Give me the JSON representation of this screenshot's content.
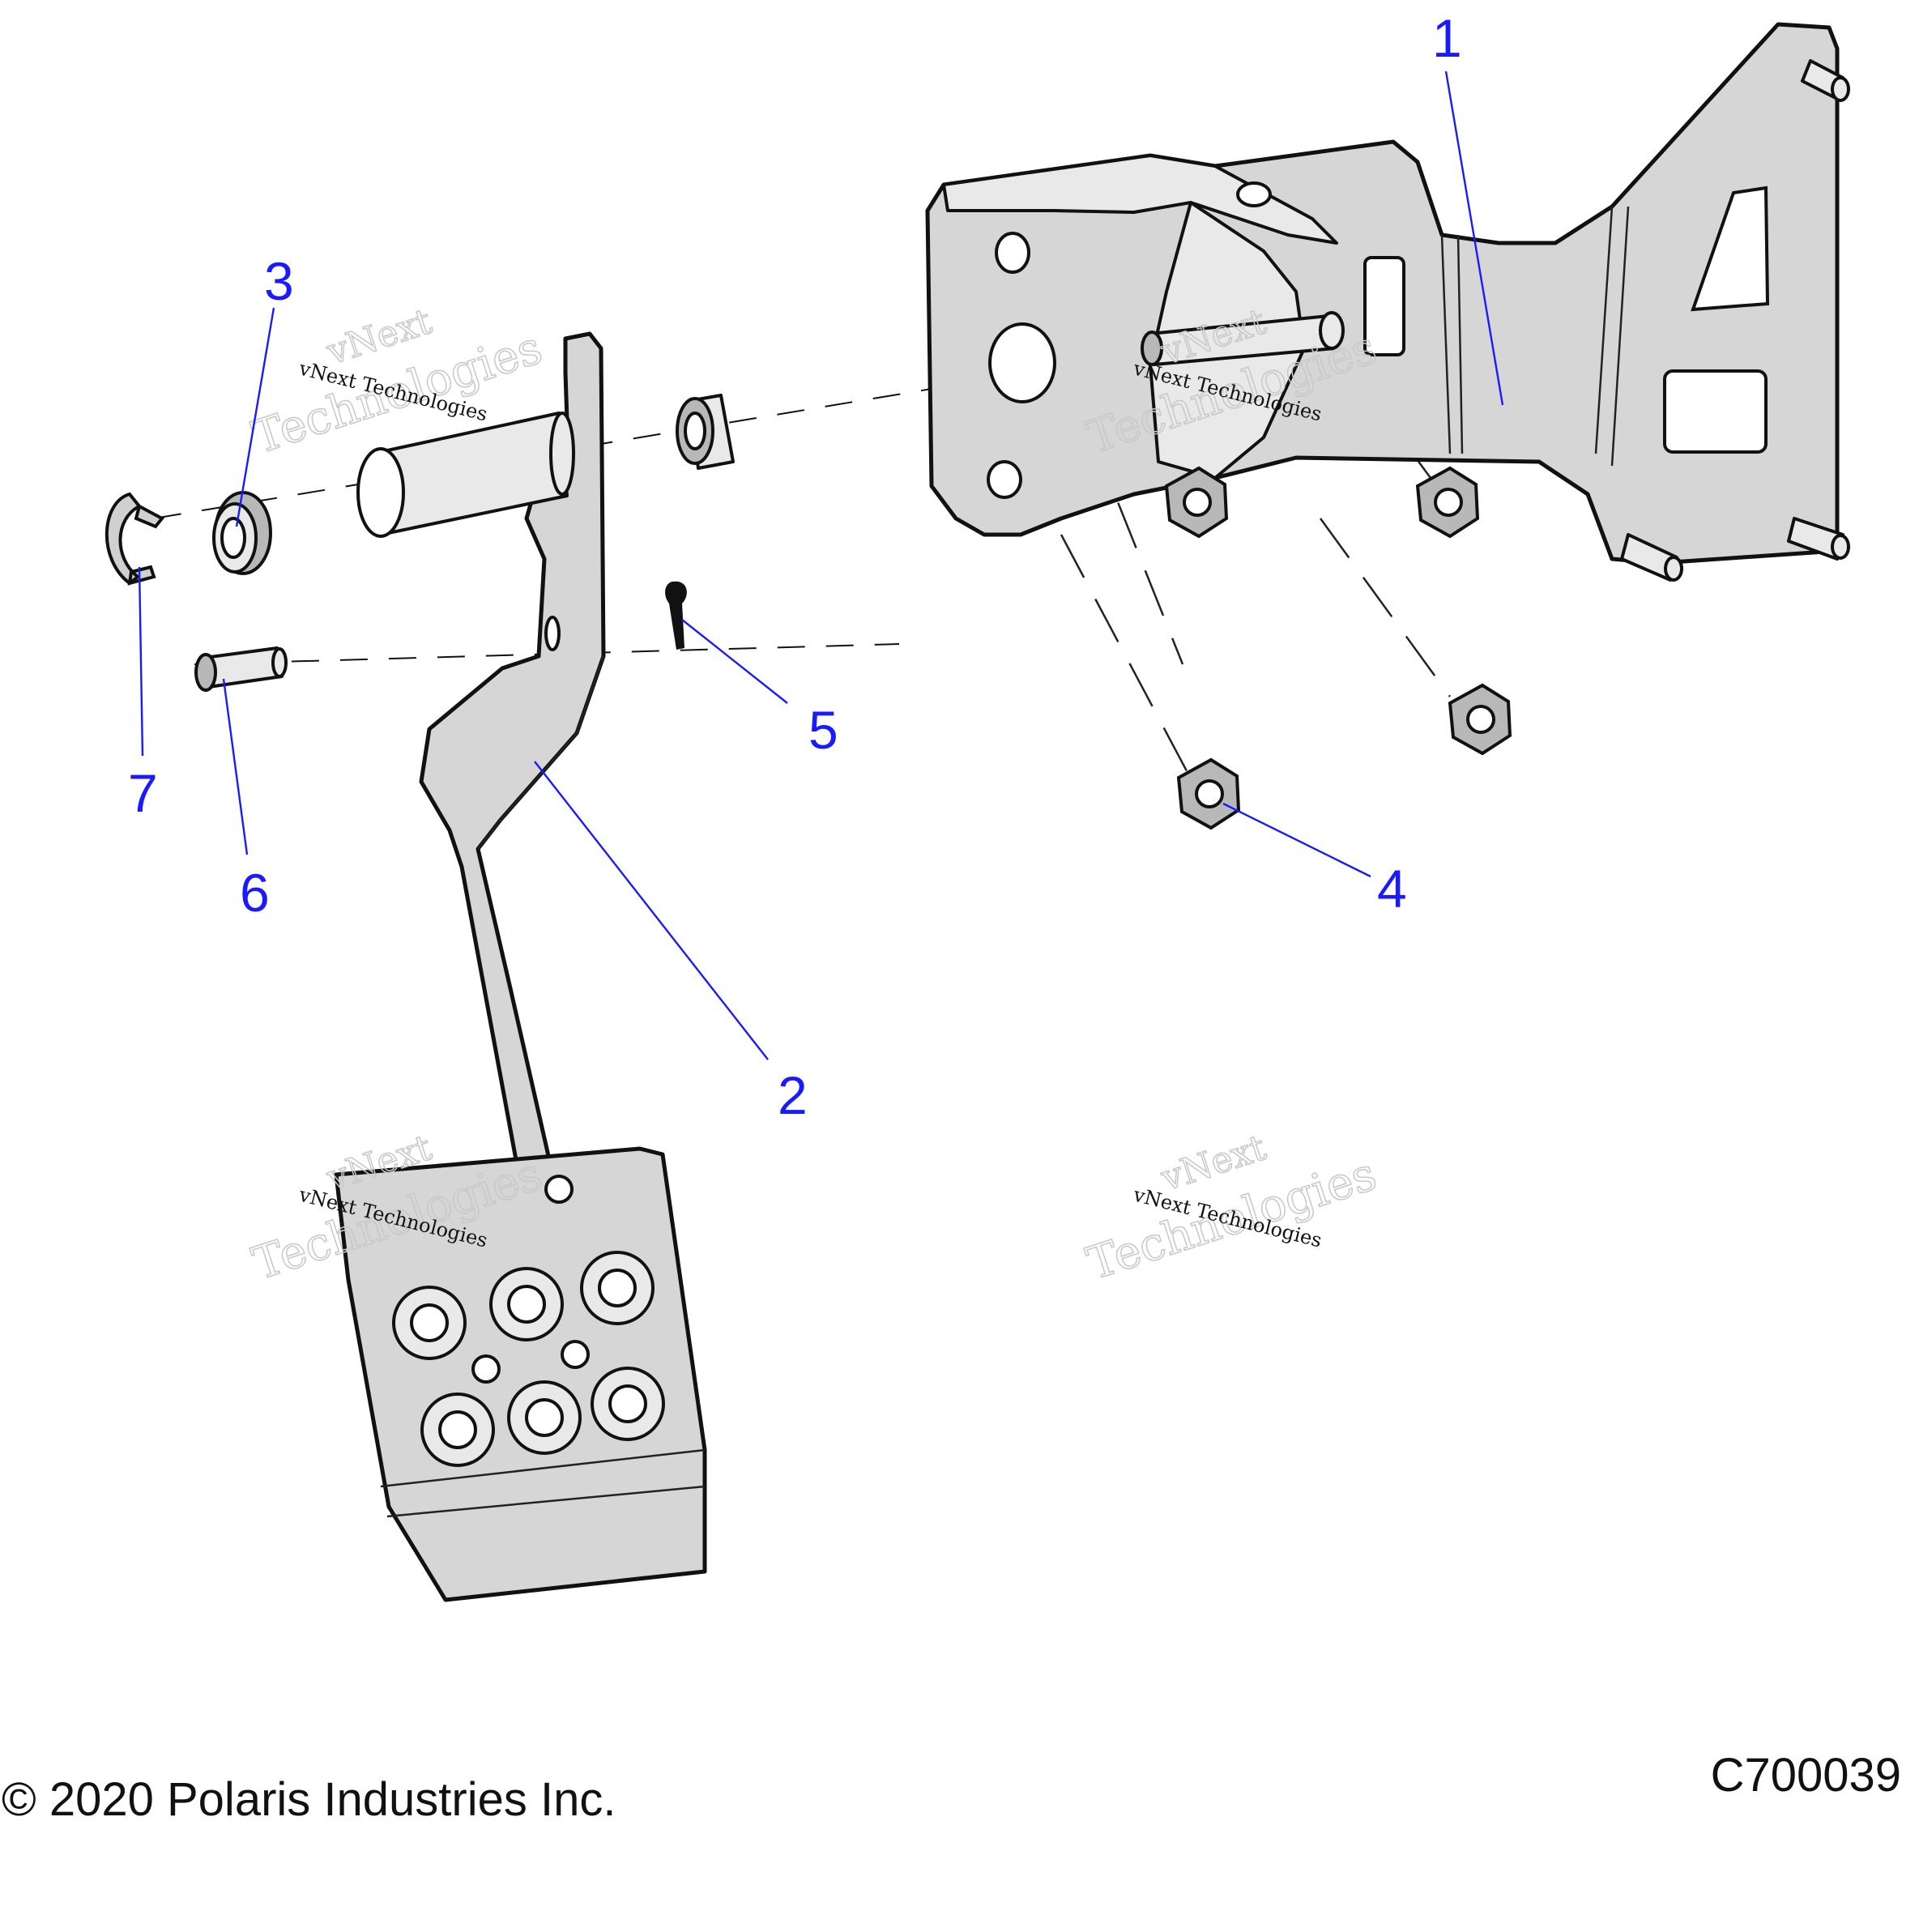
{
  "callouts": {
    "c1": "1",
    "c2": "2",
    "c3": "3",
    "c4": "4",
    "c5": "5",
    "c6": "6",
    "c7": "7"
  },
  "watermark": {
    "line_a": "vNext",
    "line_b": "Technologies",
    "small": "vNext Technologies"
  },
  "footer": {
    "copyright": "© 2020 Polaris Industries Inc.",
    "figure_id": "C700039"
  },
  "colors": {
    "callout": "#1a1aff",
    "part_fill": "#d6d6d6",
    "outline": "#111111"
  }
}
